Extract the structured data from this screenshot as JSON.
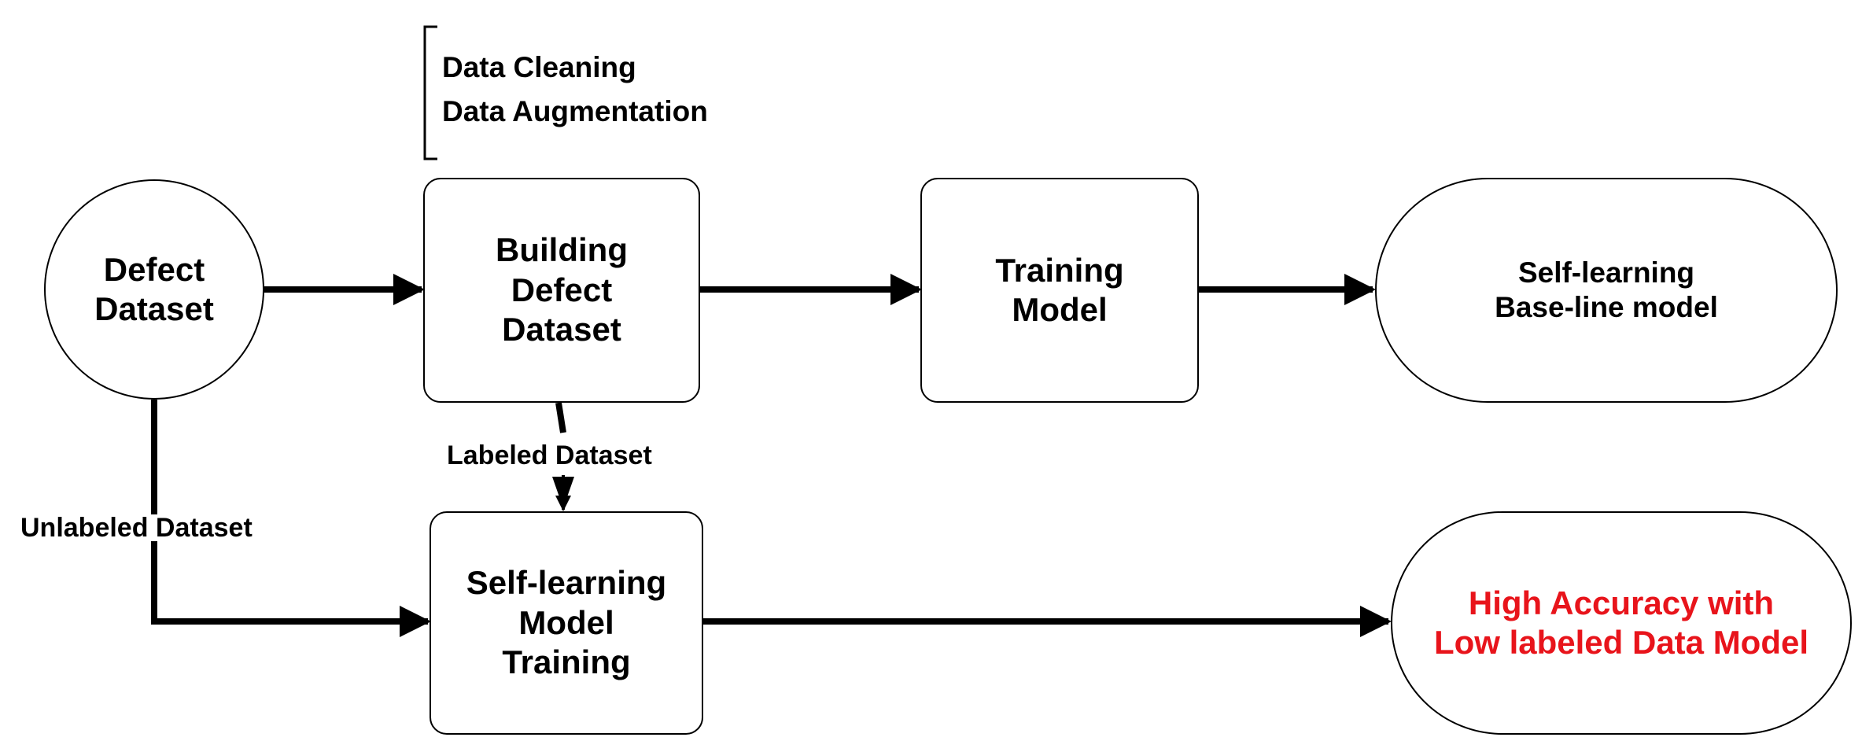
{
  "nodes": {
    "defect_dataset": "Defect\nDataset",
    "building_defect_dataset": "Building\nDefect\nDataset",
    "training_model": "Training\nModel",
    "baseline_model": "Self-learning\nBase-line model",
    "self_learning_training": "Self-learning\nModel\nTraining",
    "high_accuracy_model": "High Accuracy with\nLow labeled Data Model"
  },
  "annotations": {
    "preprocessing": "Data Cleaning\nData Augmentation"
  },
  "edge_labels": {
    "labeled": "Labeled Dataset",
    "unlabeled": "Unlabeled Dataset"
  },
  "colors": {
    "stroke": "#000000",
    "highlight": "#e8141b"
  }
}
